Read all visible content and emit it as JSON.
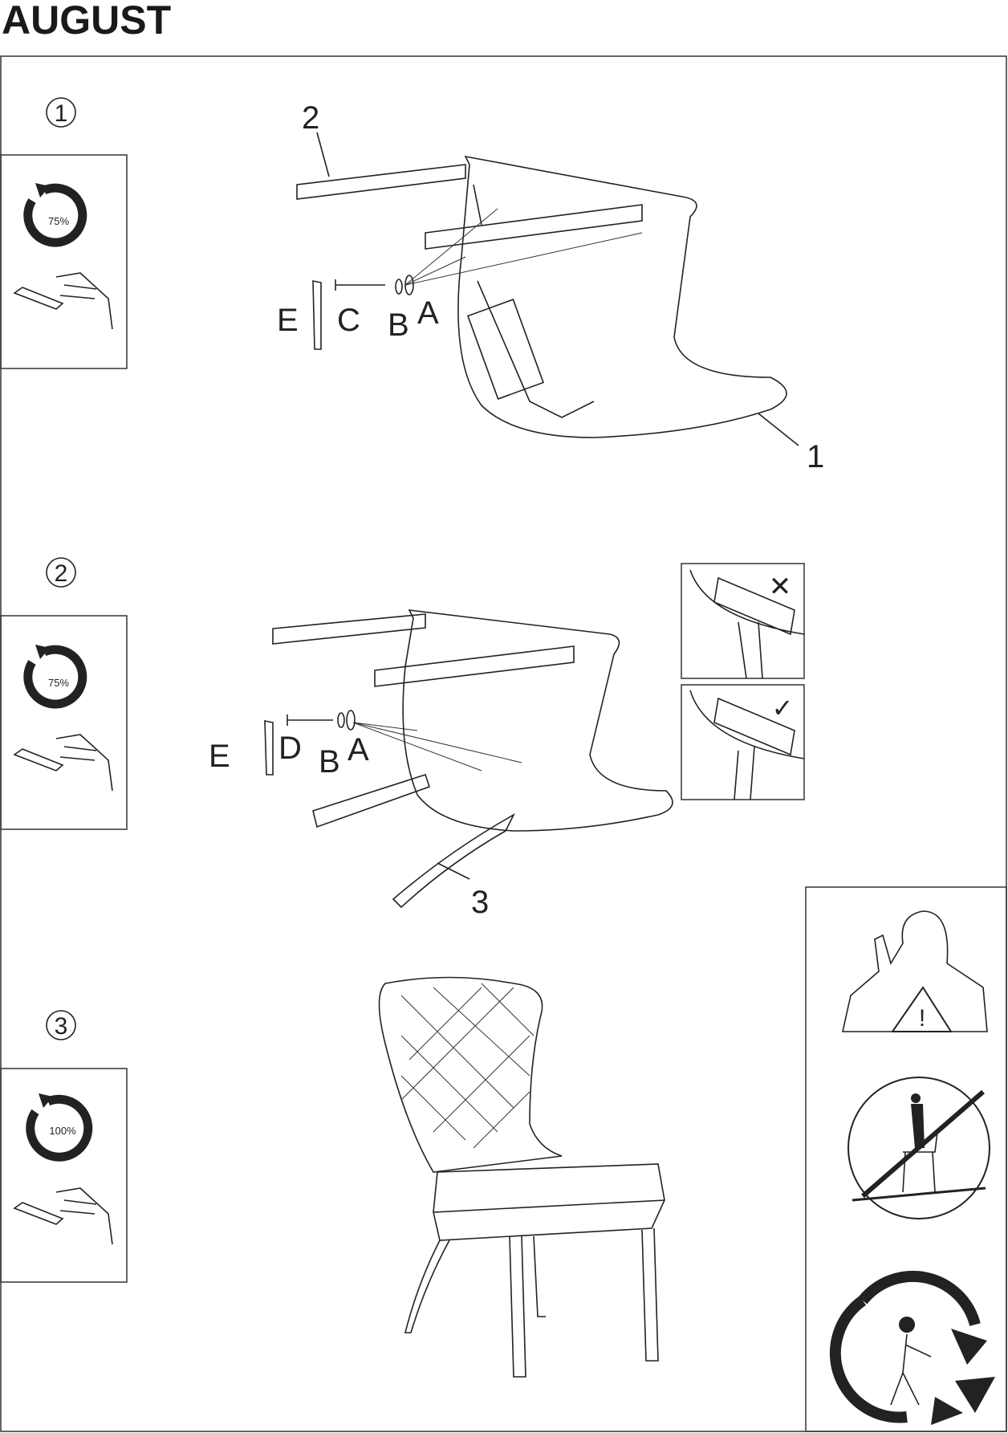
{
  "title": "AUGUST",
  "steps": [
    {
      "number": "1",
      "torque": "75%",
      "parts": [
        "E",
        "C",
        "B",
        "A"
      ],
      "callouts": [
        "2",
        "1"
      ]
    },
    {
      "number": "2",
      "torque": "75%",
      "parts": [
        "E",
        "D",
        "B",
        "A"
      ],
      "callouts": [
        "3"
      ]
    },
    {
      "number": "3",
      "torque": "100%"
    }
  ],
  "inset_marks": {
    "wrong": "✕",
    "right": "✓"
  }
}
